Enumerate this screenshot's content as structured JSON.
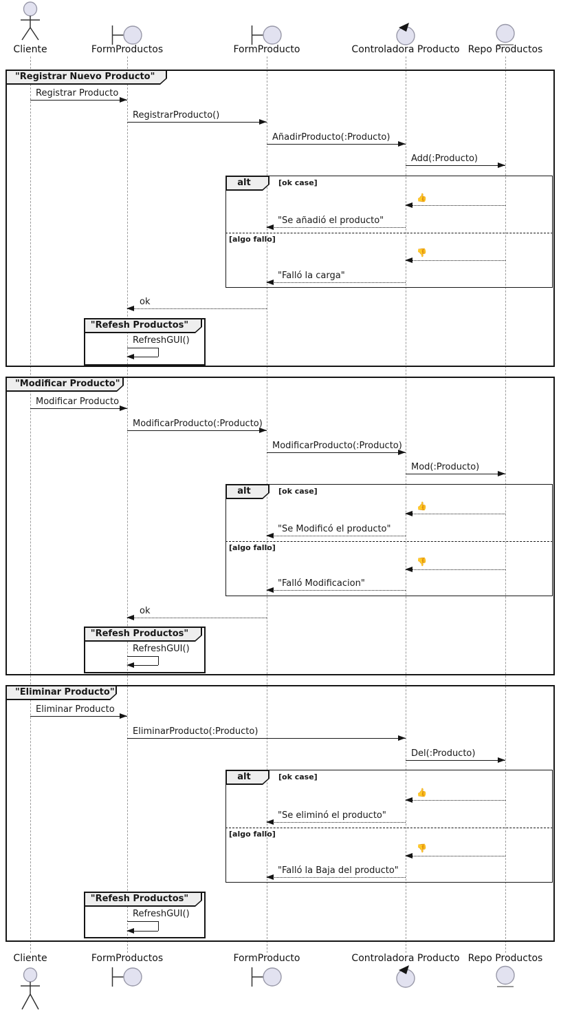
{
  "colors": {
    "participant_fill": "#E2E2F0",
    "participant_stroke": "#9898a8",
    "frame_header_fill": "#EEEEEE",
    "line_color": "#181818",
    "lifeline_color": "#9A9A9A",
    "background": "#FFFFFF"
  },
  "participants": {
    "cliente": "Cliente",
    "form_productos": "FormProductos",
    "form_producto": "FormProducto",
    "controladora": "Controladora Producto",
    "repo": "Repo Productos"
  },
  "icons": {
    "thumb_up": "👍",
    "thumb_down": "👎"
  },
  "frame1": {
    "title": "\"Registrar Nuevo Producto\"",
    "m1": "Registrar Producto",
    "m2": "RegistrarProducto()",
    "m3": "AñadirProducto(:Producto)",
    "m4": "Add(:Producto)",
    "alt_keyword": "alt",
    "ok_case": "[ok case]",
    "ok_reply": "\"Se añadió el producto\"",
    "fail_case": "[algo fallo]",
    "fail_reply": "\"Falló la carga\"",
    "ok_msg": "ok",
    "refresh_title": "\"Refesh Productos\"",
    "refresh_call": "RefreshGUI()"
  },
  "frame2": {
    "title": "\"Modificar Producto\"",
    "m1": "Modificar Producto",
    "m2": "ModificarProducto(:Producto)",
    "m3": "ModificarProducto(:Producto)",
    "m4": "Mod(:Producto)",
    "alt_keyword": "alt",
    "ok_case": "[ok case]",
    "ok_reply": "\"Se Modificó el producto\"",
    "fail_case": "[algo fallo]",
    "fail_reply": "\"Falló Modificacion\"",
    "ok_msg": "ok",
    "refresh_title": "\"Refesh Productos\"",
    "refresh_call": "RefreshGUI()"
  },
  "frame3": {
    "title": "\"Eliminar Producto\"",
    "m1": "Eliminar Producto",
    "m2": "EliminarProducto(:Producto)",
    "m3": "Del(:Producto)",
    "alt_keyword": "alt",
    "ok_case": "[ok case]",
    "ok_reply": "\"Se eliminó el producto\"",
    "fail_case": "[algo fallo]",
    "fail_reply": "\"Falló la Baja del producto\"",
    "refresh_title": "\"Refesh Productos\"",
    "refresh_call": "RefreshGUI()"
  }
}
